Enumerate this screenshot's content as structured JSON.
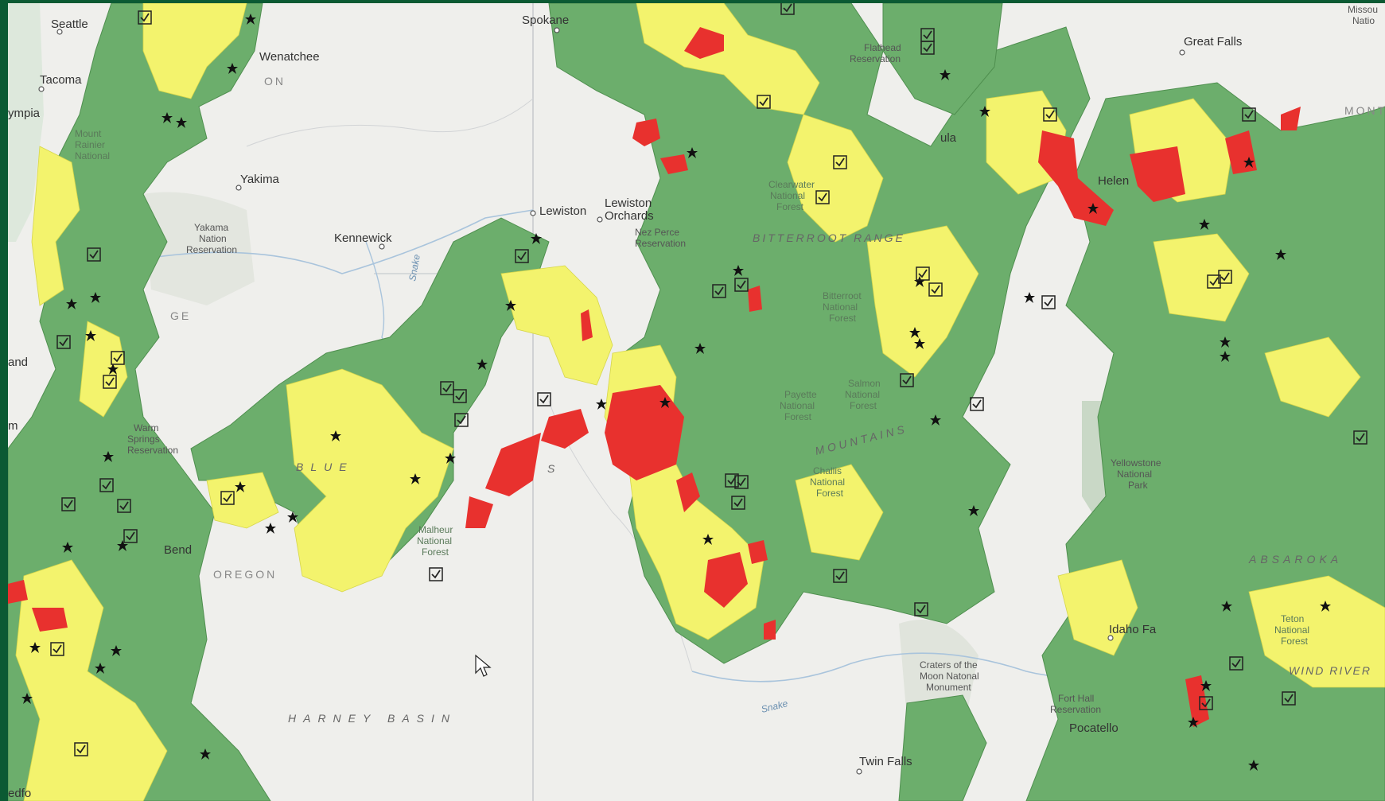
{
  "cities": {
    "seattle": "Seattle",
    "tacoma": "Tacoma",
    "olympia": "ympia",
    "wenatchee": "Wenatchee",
    "yakima": "Yakima",
    "kennewick": "Kennewick",
    "spokane": "Spokane",
    "lewiston": "Lewiston",
    "lewiston_orchards_1": "Lewiston",
    "lewiston_orchards_2": "Orchards",
    "great_falls": "Great Falls",
    "helena": "Helen",
    "missoula": "ula",
    "bend": "Bend",
    "idaho_falls": "Idaho Fa",
    "twin_falls": "Twin Falls",
    "pocatello": "Pocatello",
    "portland": "and",
    "edge_m": "m",
    "bedford": "edfo"
  },
  "areas": {
    "yakama_1": "Yakama",
    "yakama_2": "Nation",
    "yakama_3": "Reservation",
    "nez_perce_1": "Nez Perce",
    "nez_perce_2": "Reservation",
    "flathead_1": "Flathead",
    "flathead_2": "Reservation",
    "warm_springs_1": "Warm",
    "warm_springs_2": "Springs",
    "warm_springs_3": "Reservation",
    "craters_1": "Craters of the",
    "craters_2": "Moon Natonal",
    "craters_3": "Monument",
    "fort_hall_1": "Fort Hall",
    "fort_hall_2": "Reservation",
    "yellowstone_1": "Yellowstone",
    "yellowstone_2": "National",
    "yellowstone_3": "Park",
    "missoula_top_1": "Missou",
    "missoula_top_2": "Natio",
    "rainier_1": "Mount",
    "rainier_2": "Rainier",
    "rainier_3": "National",
    "clearwater_1": "Clearwater",
    "clearwater_2": "National",
    "clearwater_3": "Forest",
    "bitterroot_1": "Bitterroot",
    "bitterroot_2": "National",
    "bitterroot_3": "Forest",
    "payette_1": "Payette",
    "payette_2": "National",
    "payette_3": "Forest",
    "salmon_1": "Salmon",
    "salmon_2": "National",
    "salmon_3": "Forest",
    "challis_1": "Challis",
    "challis_2": "National",
    "challis_3": "Forest",
    "teton_1": "Teton",
    "teton_2": "National",
    "teton_3": "Forest",
    "malheur_1": "Malheur",
    "malheur_2": "National",
    "malheur_3": "Forest"
  },
  "regions": {
    "blue_mountains": "BLUE",
    "blue_s": "S",
    "harney": "HARNEY BASIN",
    "bitterroot_range": "BITTERROOT RANGE",
    "mountains": "MOUNTAINS",
    "absaroka": "ABSAROKA",
    "wind_river": "WIND RIVER",
    "oregon": "OREGON",
    "montana": "MONTA",
    "washington": "ON",
    "wa_ge": "GE"
  },
  "rivers": {
    "snake_1": "Snake",
    "snake_2": "Snake"
  },
  "legend_colors": {
    "forest": "#6cae6c",
    "moderate": "#f3f36d",
    "high": "#e8312e",
    "frame": "#0b5a33"
  },
  "markers": {
    "star": "star-marker",
    "check": "checkbox-marker"
  }
}
